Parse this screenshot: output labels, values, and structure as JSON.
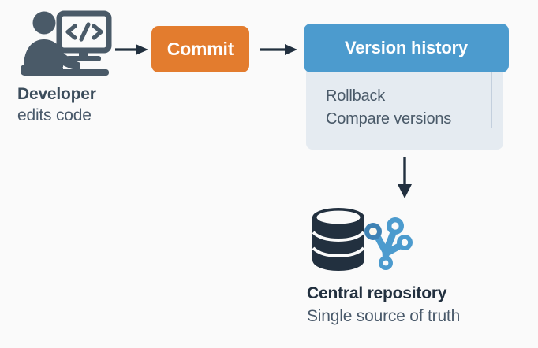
{
  "diagram": {
    "background_color": "#fafafa",
    "nodes": {
      "developer": {
        "icon": "developer-at-computer-icon",
        "icon_color": "#4a5a68",
        "title": "Developer",
        "subtitle": "edits code",
        "screen_glyph": "</>"
      },
      "commit": {
        "label": "Commit",
        "fill_color": "#e37c2e",
        "text_color": "#ffffff"
      },
      "version_history": {
        "header_label": "Version history",
        "header_color": "#4c9bce",
        "body_color": "#e5ebf1",
        "items": [
          {
            "label": "Rollback"
          },
          {
            "label": "Compare versions"
          }
        ]
      },
      "repository": {
        "icon": "database-with-branches-icon",
        "database_color": "#22303f",
        "branch_color": "#4c9bce",
        "title": "Central repository",
        "subtitle": "Single source of truth"
      }
    },
    "connectors": [
      {
        "name": "developer-to-commit",
        "direction": "right",
        "color": "#22303f"
      },
      {
        "name": "commit-to-version-history",
        "direction": "right",
        "color": "#22303f"
      },
      {
        "name": "version-history-to-repository",
        "direction": "down",
        "color": "#22303f"
      }
    ]
  }
}
